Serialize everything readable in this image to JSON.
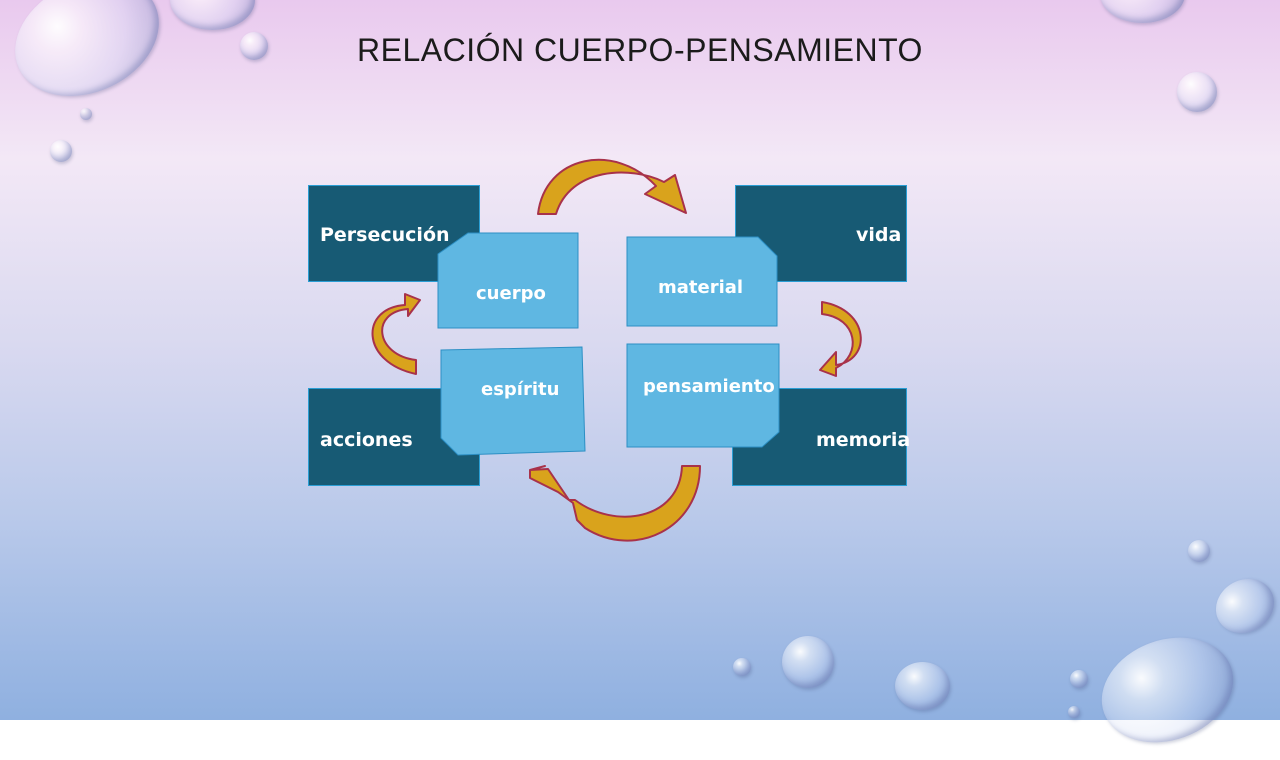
{
  "slide": {
    "title": "RELACIÓN CUERPO-PENSAMIENTO"
  },
  "diagram": {
    "outer": {
      "top_left": "Persecución",
      "top_right": "vida",
      "bottom_left": "acciones",
      "bottom_right": "memoria"
    },
    "inner": {
      "top_left": "cuerpo",
      "top_right": "material",
      "bottom_left": "espíritu",
      "bottom_right": "pensamiento"
    }
  },
  "colors": {
    "outer_fill": "#175a74",
    "outer_border": "#2a9ed4",
    "inner_fill": "#5fb7e2",
    "arrow_fill": "#d9a31c",
    "arrow_stroke": "#a8324a"
  }
}
